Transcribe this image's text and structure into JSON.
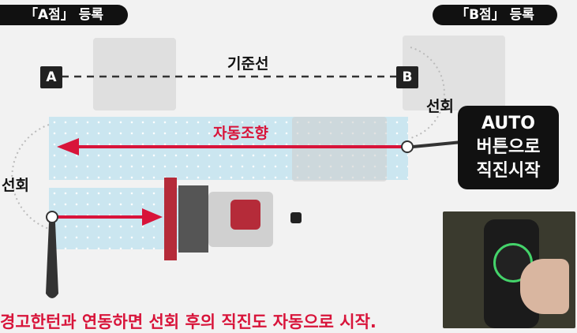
{
  "badges": {
    "point_a": "「A점」 등록",
    "point_b": "「B점」 등록"
  },
  "markers": {
    "a": "A",
    "b": "B"
  },
  "labels": {
    "reference_line": "기준선",
    "turn_right": "선회",
    "turn_left": "선회",
    "auto_steer": "자동조향"
  },
  "auto_button_callout": [
    "AUTO",
    "버튼으로",
    "직진시작"
  ],
  "caption": "경고한턴과 연동하면 선회 후의 직진도 자동으로 시작.",
  "colors": {
    "accent_red": "#d8143a",
    "band_blue": "#c9e6f0",
    "badge_black": "#111111"
  }
}
